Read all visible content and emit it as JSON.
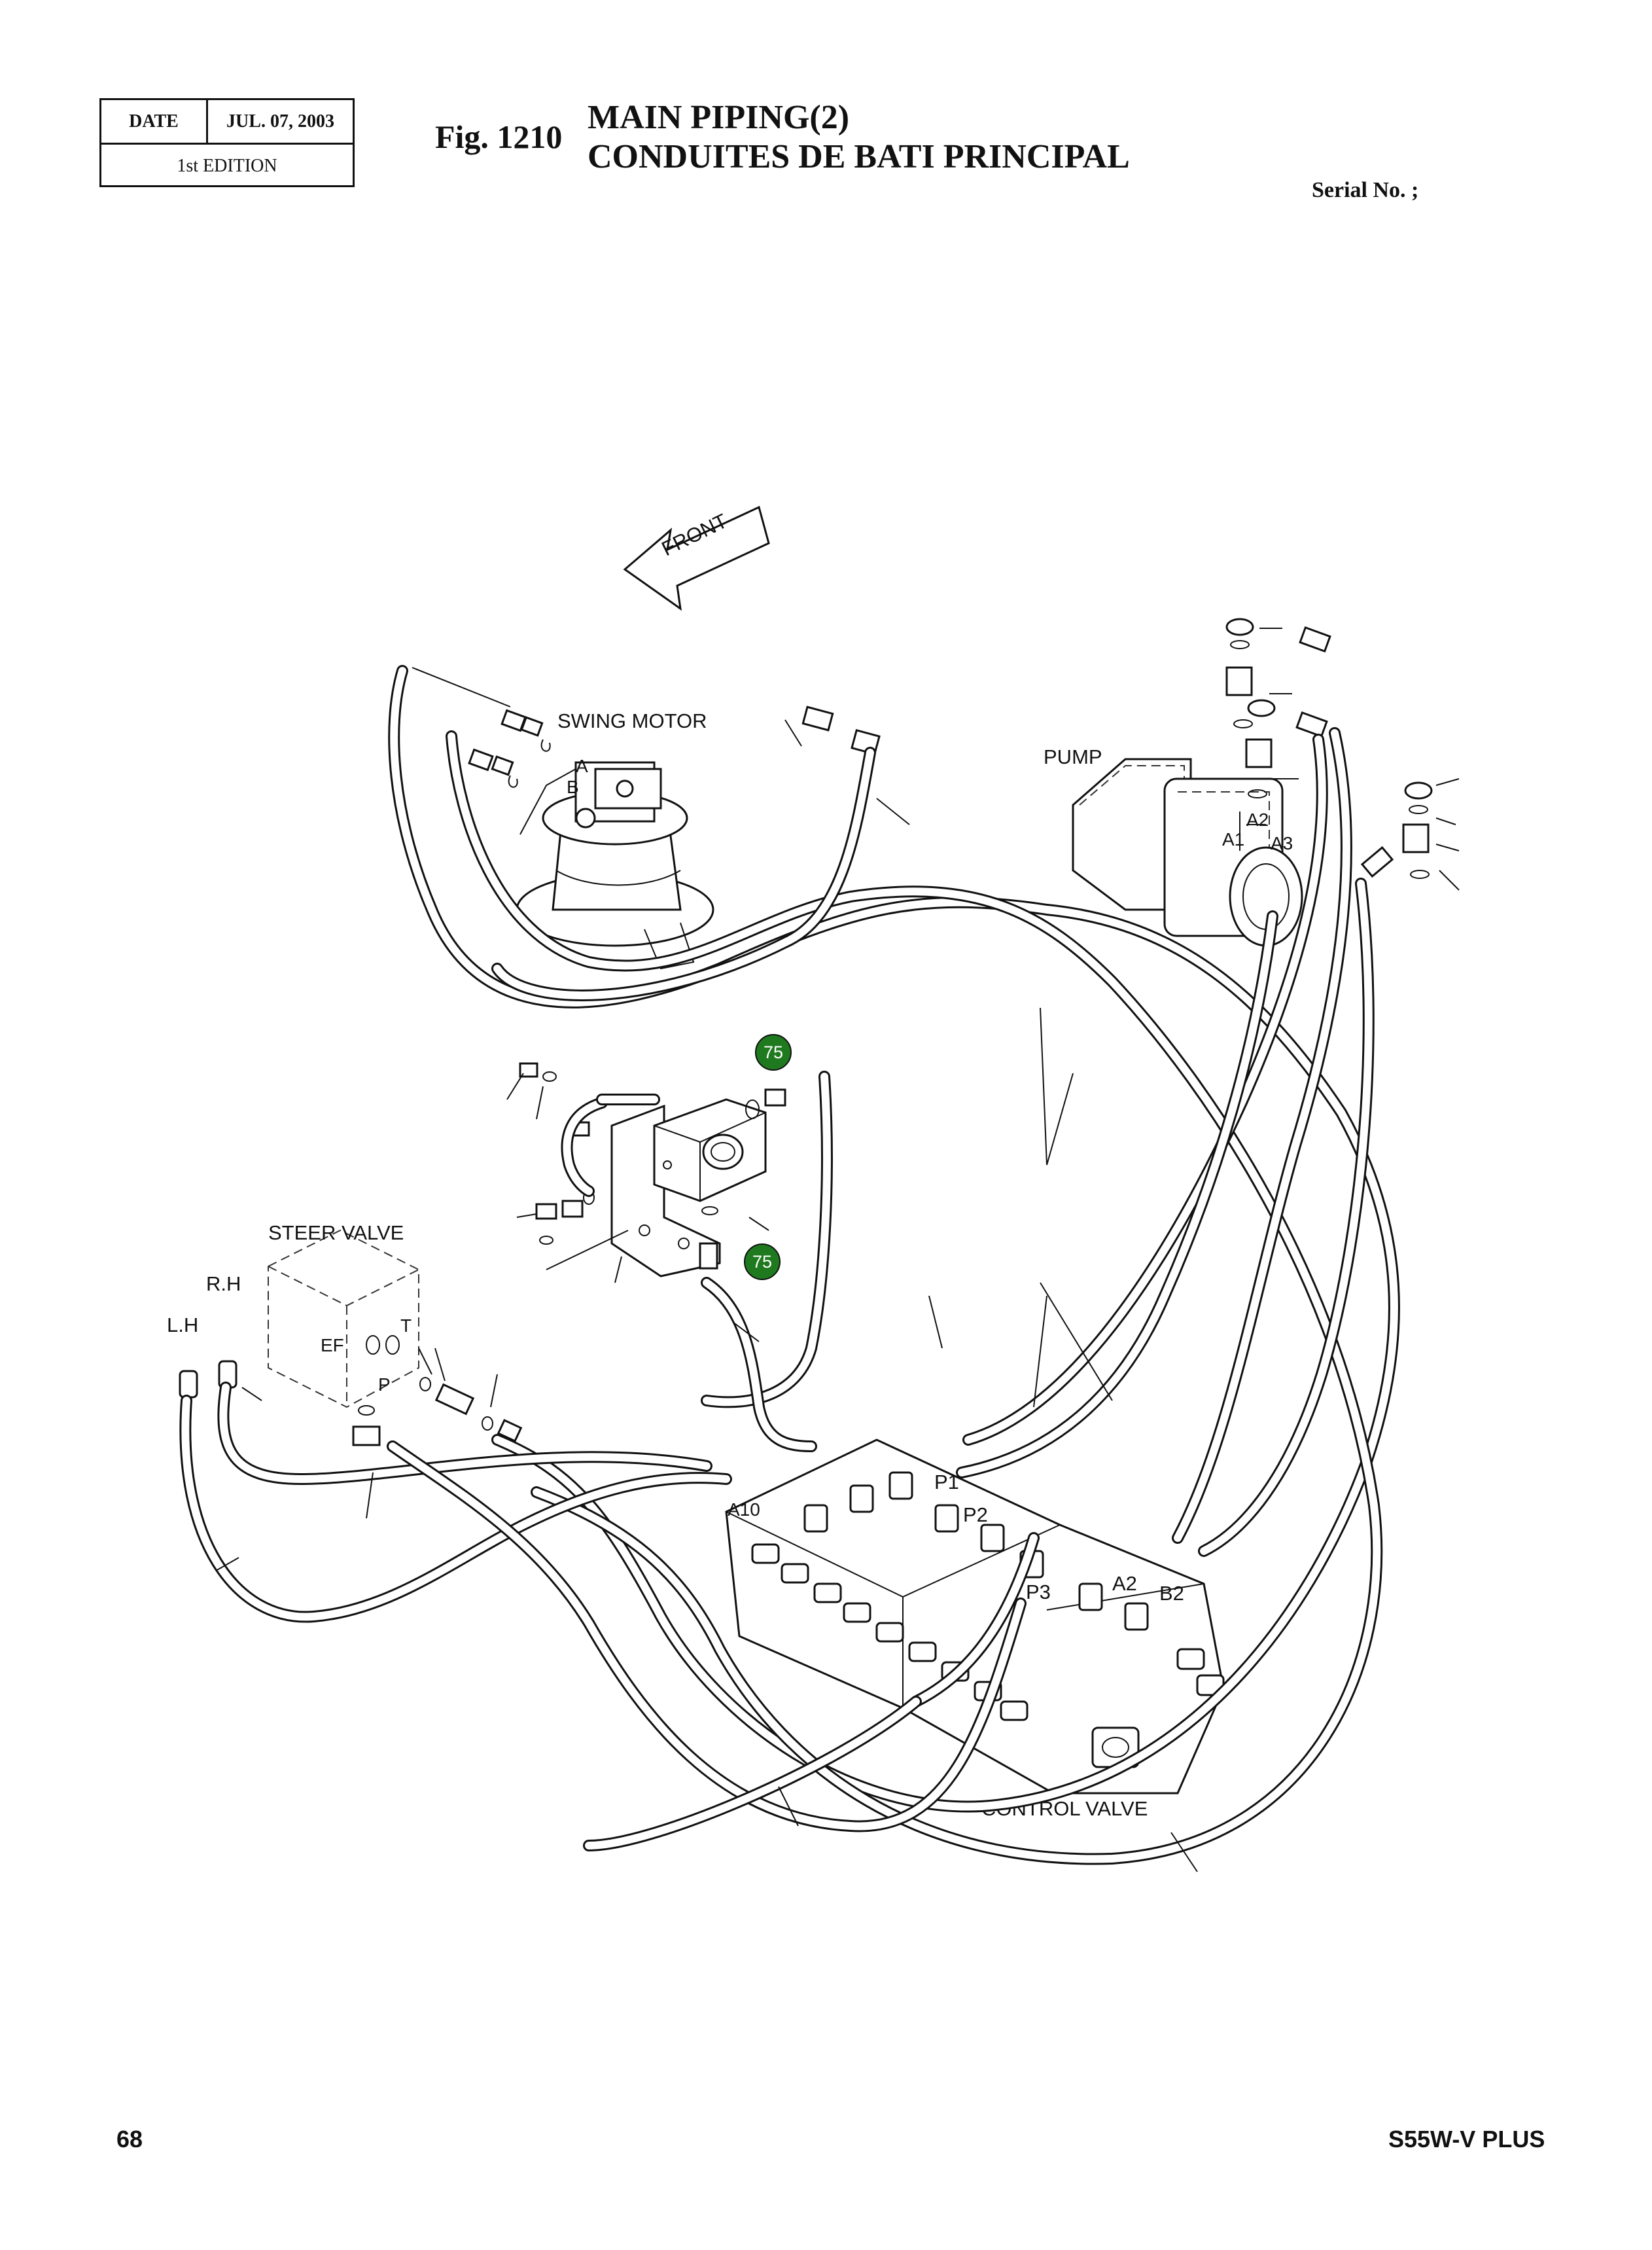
{
  "header": {
    "date_label": "DATE",
    "date_value": "JUL. 07, 2003",
    "edition": "1st EDITION",
    "figure": "Fig. 1210",
    "title_en": "MAIN PIPING(2)",
    "title_fr": "CONDUITES DE BATI PRINCIPAL",
    "serial": "Serial No. ;"
  },
  "diagram": {
    "front_arrow": "FRONT",
    "components": {
      "swing_motor": "SWING MOTOR",
      "pump": "PUMP",
      "steer_valve": "STEER VALVE",
      "control_valve": "CONTROL VALVE"
    },
    "port_labels": {
      "swing_a": "A",
      "swing_b": "B",
      "pump_a1": "A1",
      "pump_a2": "A2",
      "pump_a3": "A3",
      "steer_rh": "R.H",
      "steer_lh": "L.H",
      "steer_ef": "EF",
      "steer_t": "T",
      "steer_p": "P",
      "cv_a10": "A10",
      "cv_p1": "P1",
      "cv_p2": "P2",
      "cv_p3": "P3",
      "cv_a2": "A2",
      "cv_b2": "B2"
    },
    "callouts": [
      {
        "number": "75",
        "color": "#1f7a1f"
      },
      {
        "number": "75",
        "color": "#1f7a1f"
      }
    ]
  },
  "footer": {
    "page": "68",
    "model": "S55W-V PLUS"
  }
}
